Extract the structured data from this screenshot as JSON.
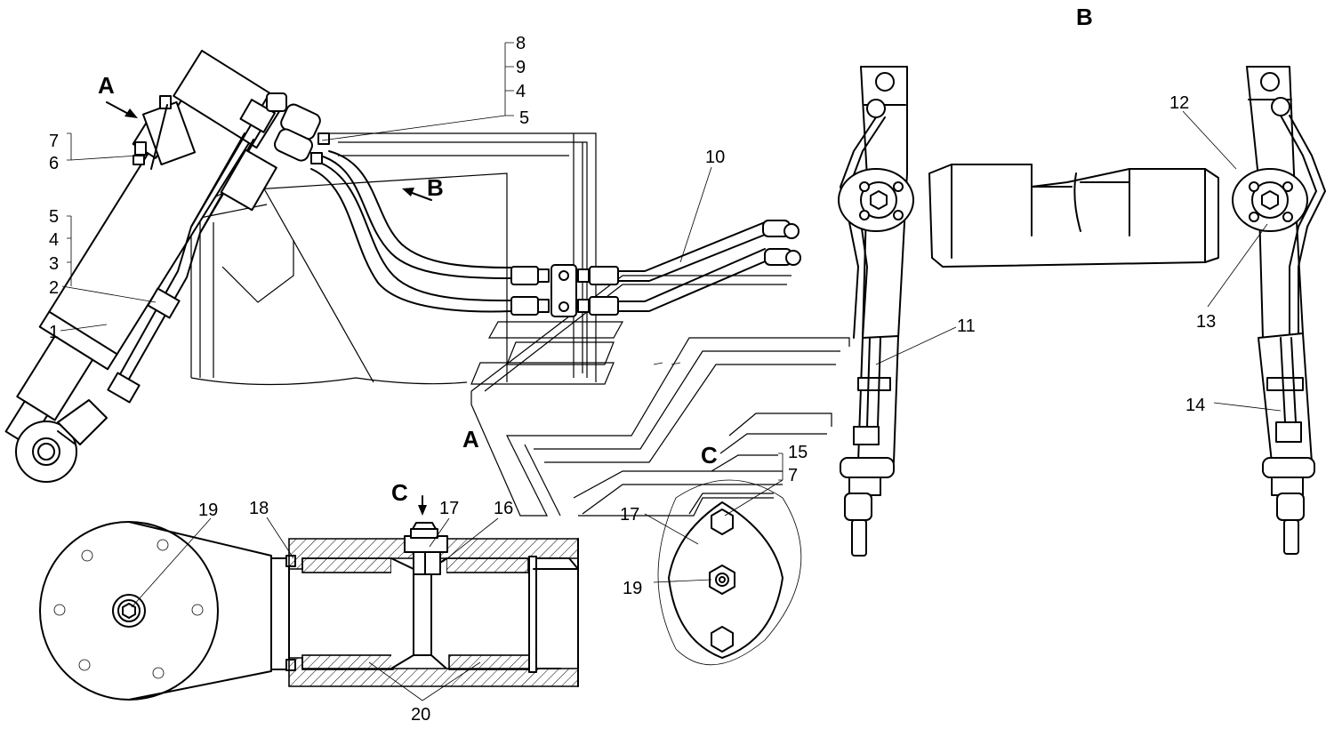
{
  "views": {
    "A": "A",
    "B": "B",
    "C": "C",
    "B_title": "B",
    "A_title": "A",
    "C_title": "C"
  },
  "callouts": {
    "c1": "1",
    "c2": "2",
    "c3": "3",
    "c4a": "4",
    "c5a": "5",
    "c6": "6",
    "c7a": "7",
    "c8": "8",
    "c9": "9",
    "c4b": "4",
    "c5b": "5",
    "c10": "10",
    "c11": "11",
    "c12": "12",
    "c13": "13",
    "c14": "14",
    "c15": "15",
    "c7b": "7",
    "c16": "16",
    "c17a": "17",
    "c17b": "17",
    "c18": "18",
    "c19a": "19",
    "c19b": "19",
    "c20": "20"
  }
}
